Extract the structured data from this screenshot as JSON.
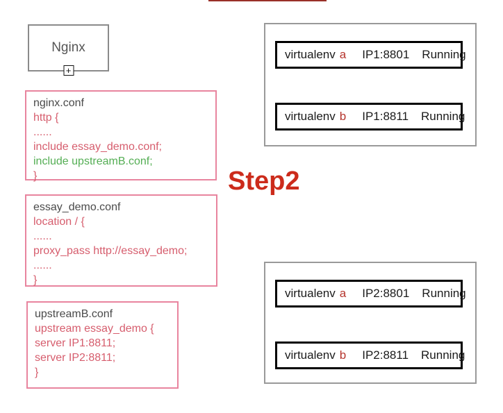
{
  "colors": {
    "pink_border": "#e8849e",
    "code_red": "#d65d6d",
    "code_green": "#54ae54",
    "env_red": "#b5342c",
    "step_red": "#cc2b1b",
    "top_line_red": "#993028"
  },
  "nginx_box": {
    "label": "Nginx",
    "plus_glyph": "+"
  },
  "step_label": "Step2",
  "conf_boxes": [
    {
      "title": "nginx.conf",
      "lines": [
        {
          "text": "http {",
          "color": "red"
        },
        {
          "text": "......",
          "color": "red"
        },
        {
          "text": "include essay_demo.conf;",
          "color": "red"
        },
        {
          "text": "include upstreamB.conf;",
          "color": "green"
        },
        {
          "text": "}",
          "color": "red"
        }
      ]
    },
    {
      "title": "essay_demo.conf",
      "lines": [
        {
          "text": "location / {",
          "color": "red"
        },
        {
          "text": "......",
          "color": "red"
        },
        {
          "text": "proxy_pass http://essay_demo;",
          "color": "red"
        },
        {
          "text": "......",
          "color": "red"
        },
        {
          "text": "}",
          "color": "red"
        }
      ]
    },
    {
      "title": "upstreamB.conf",
      "lines": [
        {
          "text": "upstream essay_demo {",
          "color": "red"
        },
        {
          "text": "server IP1:8811;",
          "color": "red"
        },
        {
          "text": "server IP2:8811;",
          "color": "red"
        },
        {
          "text": "}",
          "color": "red"
        }
      ]
    }
  ],
  "server_groups": [
    {
      "instances": [
        {
          "prefix": "virtualenv",
          "env": "a",
          "address": "IP1:8801",
          "status": "Running"
        },
        {
          "prefix": "virtualenv",
          "env": "b",
          "address": "IP1:8811",
          "status": "Running"
        }
      ]
    },
    {
      "instances": [
        {
          "prefix": "virtualenv",
          "env": "a",
          "address": "IP2:8801",
          "status": "Running"
        },
        {
          "prefix": "virtualenv",
          "env": "b",
          "address": "IP2:8811",
          "status": "Running"
        }
      ]
    }
  ]
}
